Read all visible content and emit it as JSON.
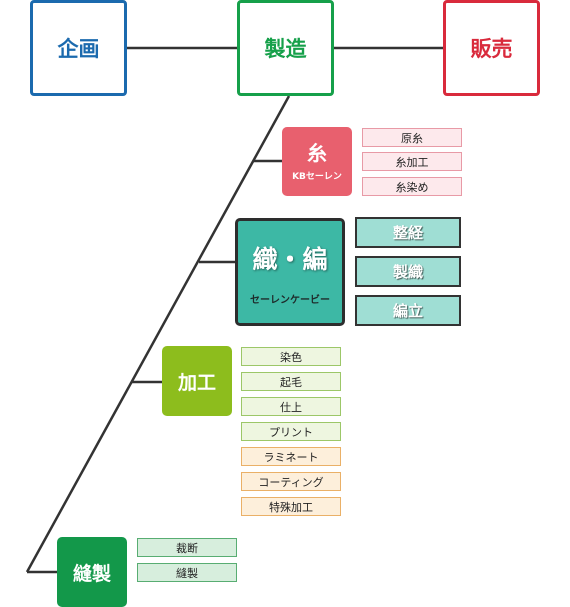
{
  "top": {
    "plan": "企画",
    "manufacture": "製造",
    "sales": "販売"
  },
  "stages": {
    "thread": {
      "title": "糸",
      "company": "KBセーレン",
      "items": [
        "原糸",
        "糸加工",
        "糸染め"
      ]
    },
    "weave": {
      "title": "織・編",
      "company": "セーレンケービー",
      "items": [
        "整経",
        "製織",
        "編立"
      ]
    },
    "process": {
      "title": "加工",
      "items": [
        "染色",
        "起毛",
        "仕上",
        "プリント",
        "ラミネート",
        "コーティング",
        "特殊加工"
      ]
    },
    "sew": {
      "title": "縫製",
      "items": [
        "裁断",
        "縫製"
      ]
    }
  },
  "colors": {
    "plan": "#1b6aae",
    "manufacture": "#16a04a",
    "sales": "#d92a3c",
    "thread": "#e8606e",
    "weave": "#3db8a5",
    "process": "#8dbd1d",
    "sew": "#13984a",
    "line": "#333333"
  }
}
